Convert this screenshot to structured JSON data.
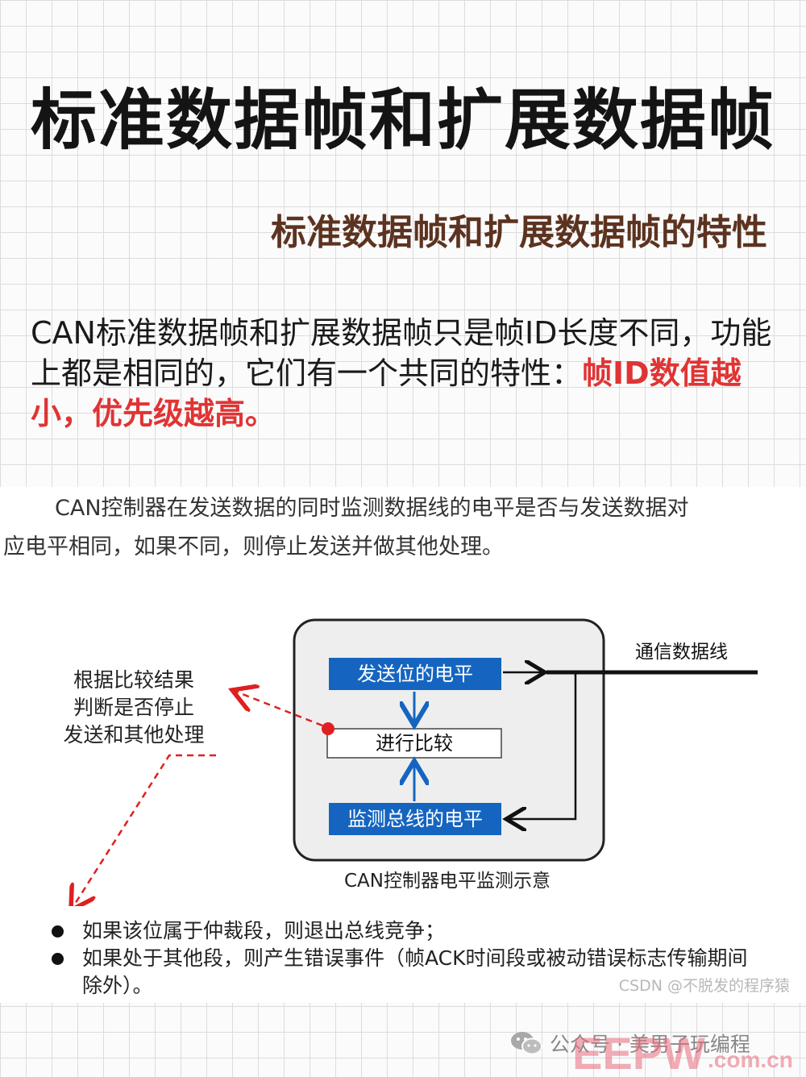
{
  "title": "标准数据帧和扩展数据帧",
  "subtitle": "标准数据帧和扩展数据帧的特性",
  "intro": {
    "text": "CAN标准数据帧和扩展数据帧只是帧ID长度不同，功能上都是相同的，它们有一个共同的特性：",
    "highlight": "帧ID数值越小，优先级越高。"
  },
  "paragraph": {
    "line1": "CAN控制器在发送数据的同时监测数据线的电平是否与发送数据对",
    "line2": "应电平相同，如果不同，则停止发送并做其他处理。"
  },
  "diagram": {
    "send_box": "发送位的电平",
    "compare_box": "进行比较",
    "monitor_box": "监测总线的电平",
    "bus_label": "通信数据线",
    "left_note": [
      "根据比较结果",
      "判断是否停止",
      "发送和其他处理"
    ],
    "caption": "CAN控制器电平监测示意",
    "colors": {
      "box_blue": "#1565c0",
      "dashed_red": "#e02020"
    }
  },
  "bullets": [
    "如果该位属于仲裁段，则退出总线竞争；",
    "如果处于其他段，则产生错误事件（帧ACK时间段或被动错误标志传输期间除外）。"
  ],
  "watermark": "CSDN @不脱发的程序猿",
  "footer": {
    "account": "公众号 · 美男子玩编程",
    "eepw_logo": "EEPW",
    "eepw_domain": ".com.cn"
  }
}
